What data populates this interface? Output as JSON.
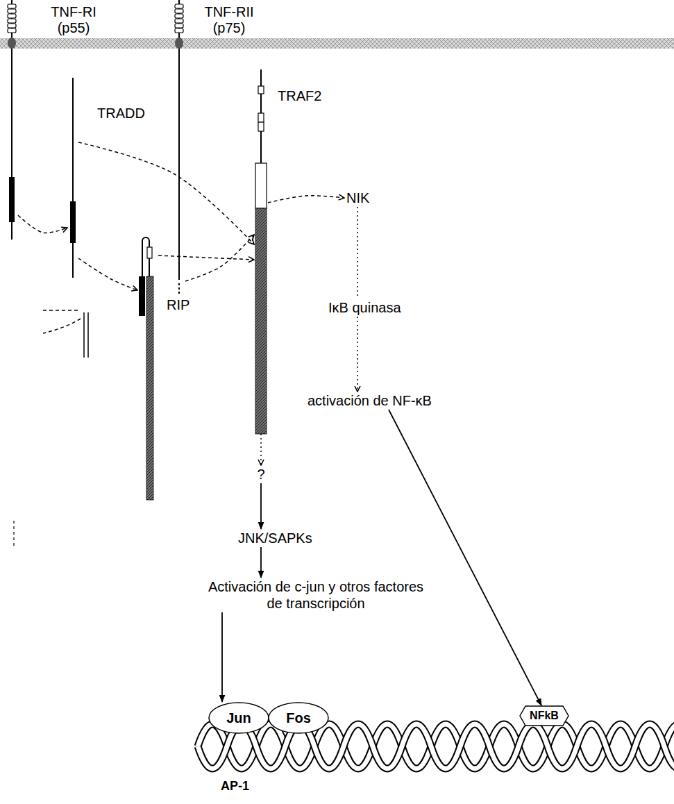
{
  "diagram": {
    "nodes": [
      {
        "text": [
          "TNF-RI (p55)"
        ]
      },
      {
        "text": [
          "TNF-RII (p75)"
        ]
      },
      {
        "text": [
          "TRADD"
        ]
      },
      {
        "text": [
          "TRAF2"
        ]
      },
      {
        "text": [
          "RIP"
        ]
      },
      {
        "text": [
          "NIK"
        ]
      },
      {
        "text": [
          "IκB quinasa"
        ]
      },
      {
        "text": [
          "activación de NF-κB"
        ]
      },
      {
        "text": [
          "?"
        ]
      },
      {
        "text": [
          "JNK/SAPKs"
        ]
      },
      {
        "text": [
          "Activación de c-jun y otros factores de transcripción"
        ]
      },
      {
        "text": [
          "Jun"
        ]
      },
      {
        "text": [
          "Fos"
        ]
      },
      {
        "text": [
          "NFkB"
        ]
      }
    ],
    "edges": [
      {
        "from": 0,
        "to": 2,
        "arrow": "to"
      },
      {
        "from": 2,
        "to": 4,
        "arrow": "to"
      },
      {
        "from": 2,
        "to": 3,
        "arrow": "to"
      },
      {
        "from": 4,
        "to": 3,
        "arrow": "to"
      },
      {
        "from": 1,
        "to": 3,
        "arrow": "to"
      },
      {
        "from": 3,
        "to": 5,
        "arrow": "to"
      },
      {
        "from": 5,
        "to": 6,
        "arrow": "none"
      },
      {
        "from": 6,
        "to": 7,
        "arrow": "to"
      },
      {
        "from": 3,
        "to": 8,
        "arrow": "to"
      },
      {
        "from": 8,
        "to": 9,
        "arrow": "to"
      },
      {
        "from": 9,
        "to": 10,
        "arrow": "to"
      },
      {
        "from": 10,
        "to": 11,
        "arrow": "to"
      },
      {
        "from": 7,
        "to": 13,
        "arrow": "to"
      }
    ],
    "labels": [
      "AP-1"
    ]
  }
}
